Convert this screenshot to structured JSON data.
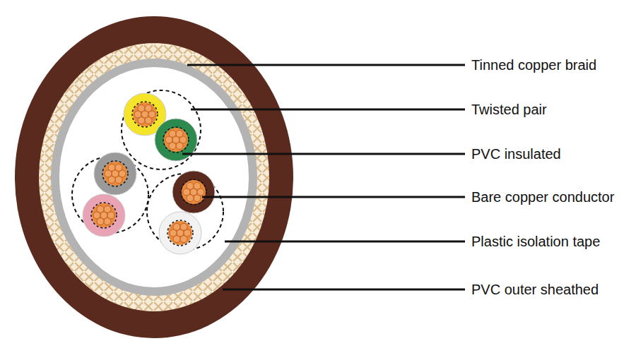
{
  "diagram": {
    "labels": [
      "Tinned copper braid",
      "Twisted pair",
      "PVC insulated",
      "Bare copper conductor",
      "Plastic isolation tape",
      "PVC outer sheathed"
    ]
  }
}
